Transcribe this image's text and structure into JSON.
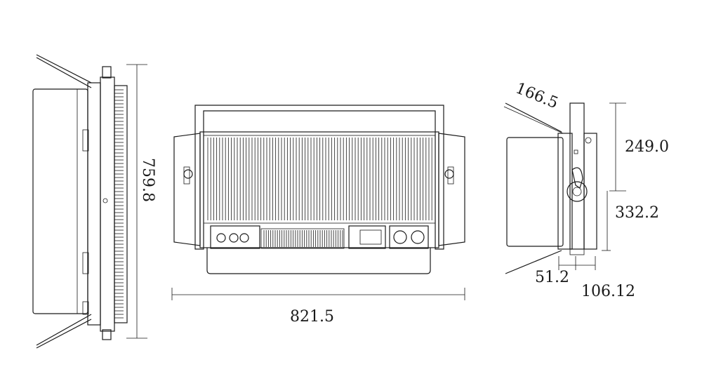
{
  "dimensions": {
    "height_front": "759.8",
    "width": "821.5",
    "diagonal": "166.5",
    "side_upper": "249.0",
    "side_lower": "332.2",
    "depth_a": "51.2",
    "depth_b": "106.12"
  },
  "colors": {
    "line": "#1a1a1a",
    "background": "#ffffff"
  }
}
